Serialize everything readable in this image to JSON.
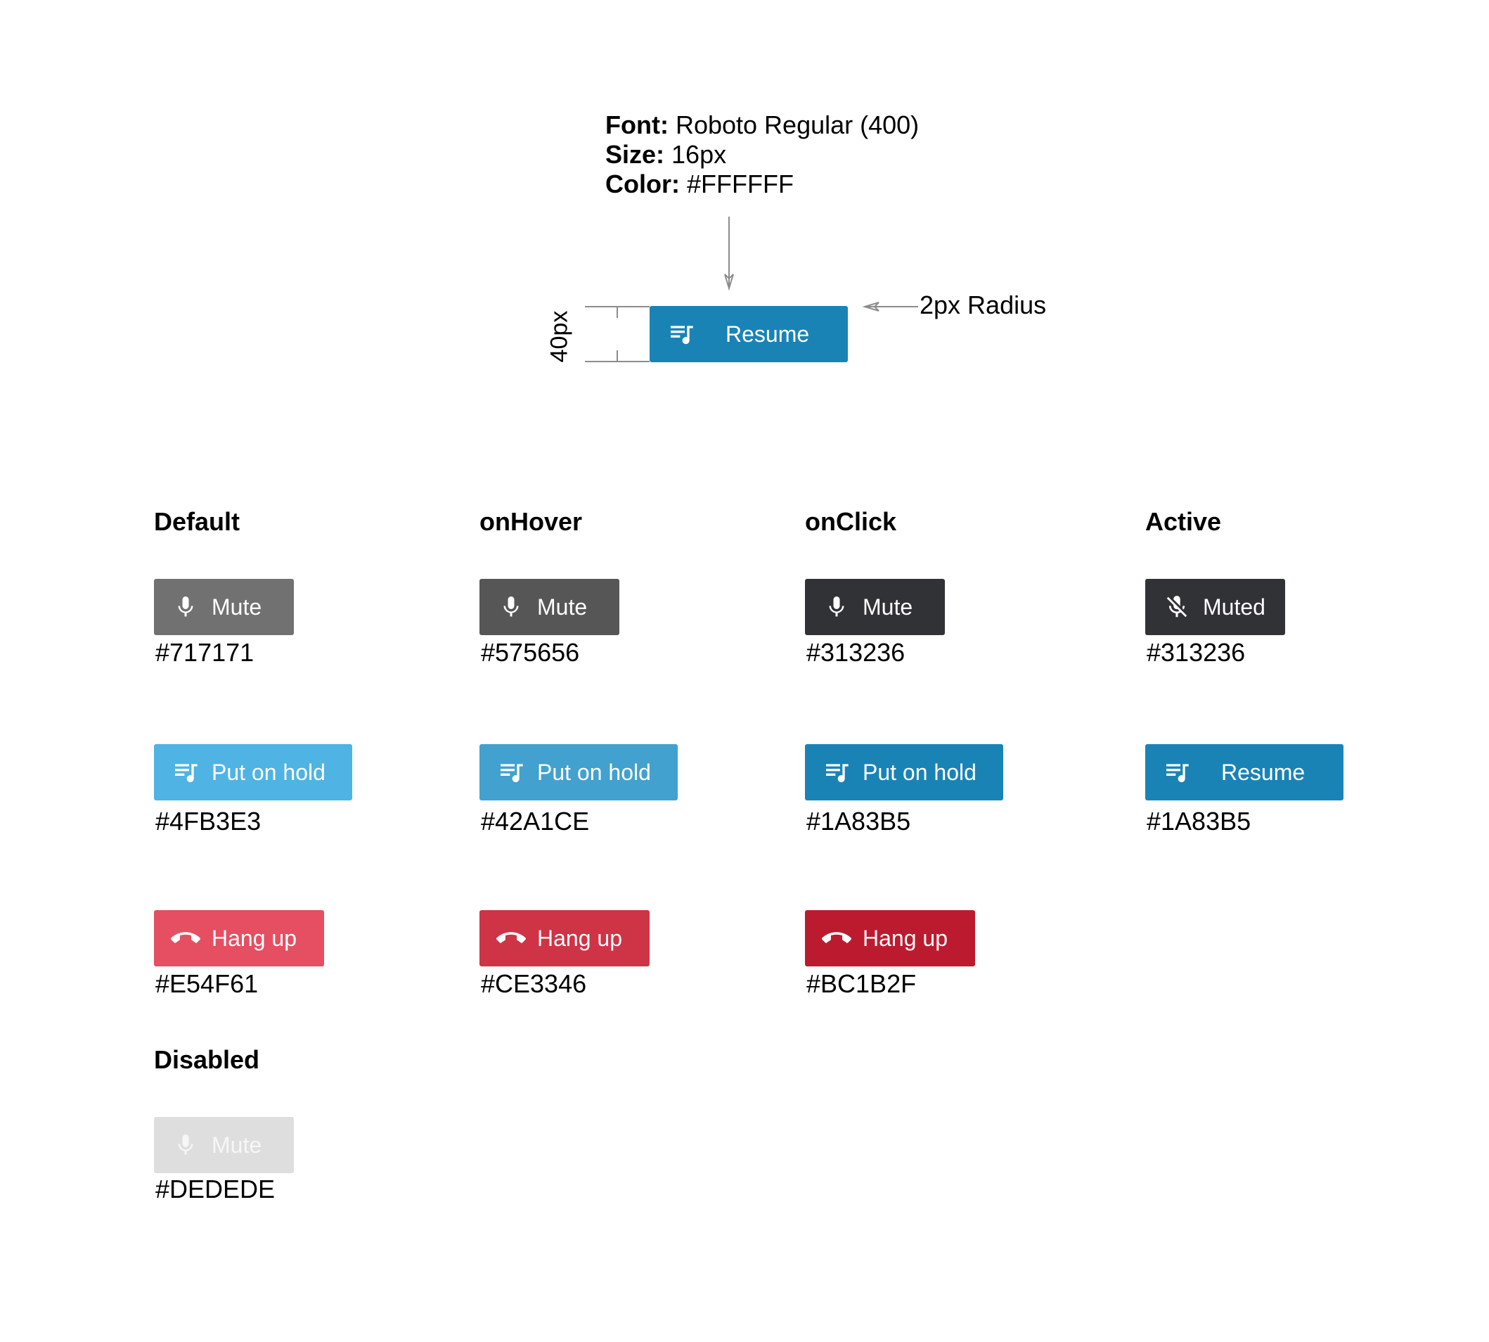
{
  "spec": {
    "font_key": "Font:",
    "font_value": " Roboto Regular (400)",
    "size_key": "Size:",
    "size_value": " 16px",
    "color_key": "Color:",
    "color_value": " #FFFFFF",
    "height_label": "40px",
    "radius_label": "2px Radius",
    "button": {
      "label": "Resume",
      "icon": "playlist-music-icon",
      "color": "#1A83B5"
    }
  },
  "headings": {
    "default": "Default",
    "hover": "onHover",
    "click": "onClick",
    "active": "Active",
    "disabled": "Disabled"
  },
  "rows": {
    "mute": {
      "icon": "microphone-icon",
      "default": {
        "label": "Mute",
        "hex": "#717171",
        "color": "#717171"
      },
      "hover": {
        "label": "Mute",
        "hex": "#575656",
        "color": "#575656"
      },
      "click": {
        "label": "Mute",
        "hex": "#313236",
        "color": "#313236"
      },
      "active": {
        "label": "Muted",
        "hex": "#313236",
        "color": "#313236",
        "icon": "microphone-off-icon"
      }
    },
    "hold": {
      "icon": "playlist-music-icon",
      "default": {
        "label": "Put on hold",
        "hex": "#4FB3E3",
        "color": "#4FB3E3"
      },
      "hover": {
        "label": "Put on hold",
        "hex": "#42A1CE",
        "color": "#42A1CE"
      },
      "click": {
        "label": "Put on hold",
        "hex": "#1A83B5",
        "color": "#1A83B5"
      },
      "active": {
        "label": "Resume",
        "hex": "#1A83B5",
        "color": "#1A83B5"
      }
    },
    "hangup": {
      "icon": "phone-hangup-icon",
      "default": {
        "label": "Hang up",
        "hex": "#E54F61",
        "color": "#E54F61"
      },
      "hover": {
        "label": "Hang up",
        "hex": "#CE3346",
        "color": "#CE3346"
      },
      "click": {
        "label": "Hang up",
        "hex": "#BC1B2F",
        "color": "#BC1B2F"
      }
    },
    "disabled": {
      "icon": "microphone-icon",
      "mute": {
        "label": "Mute",
        "hex": "#DEDEDE",
        "color": "#DEDEDE"
      }
    }
  }
}
